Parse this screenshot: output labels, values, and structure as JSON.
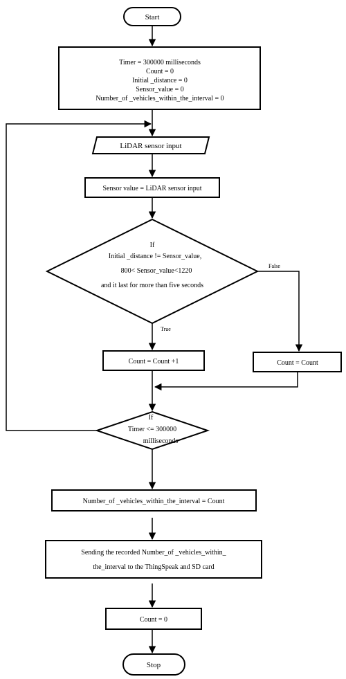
{
  "start": {
    "label": "Start"
  },
  "init": {
    "lines": [
      "Timer = 300000 milliseconds",
      "Count = 0",
      "Initial _distance = 0",
      "Sensor_value = 0",
      "Number_of _vehicles_within_the_interval = 0"
    ]
  },
  "lidar_input": {
    "label": "LiDAR sensor input"
  },
  "assign_sensor": {
    "label": "Sensor value = LiDAR sensor input"
  },
  "decision_distance": {
    "lines": [
      "If",
      "Initial _distance != Sensor_value,",
      "800< Sensor_value<1220",
      "and it last for more than five seconds"
    ],
    "true_label": "True",
    "false_label": "False"
  },
  "count_inc": {
    "label": "Count = Count +1"
  },
  "count_same": {
    "label": "Count = Count"
  },
  "decision_timer": {
    "lines": [
      "If",
      "Timer <= 300000",
      "milliseconds"
    ]
  },
  "assign_vehicles": {
    "label": "Number_of _vehicles_within_the_interval = Count"
  },
  "send": {
    "lines": [
      "Sending the recorded Number_of _vehicles_within_",
      "the_interval to the ThingSpeak and SD card"
    ]
  },
  "reset_count": {
    "label": "Count = 0"
  },
  "stop": {
    "label": "Stop"
  }
}
